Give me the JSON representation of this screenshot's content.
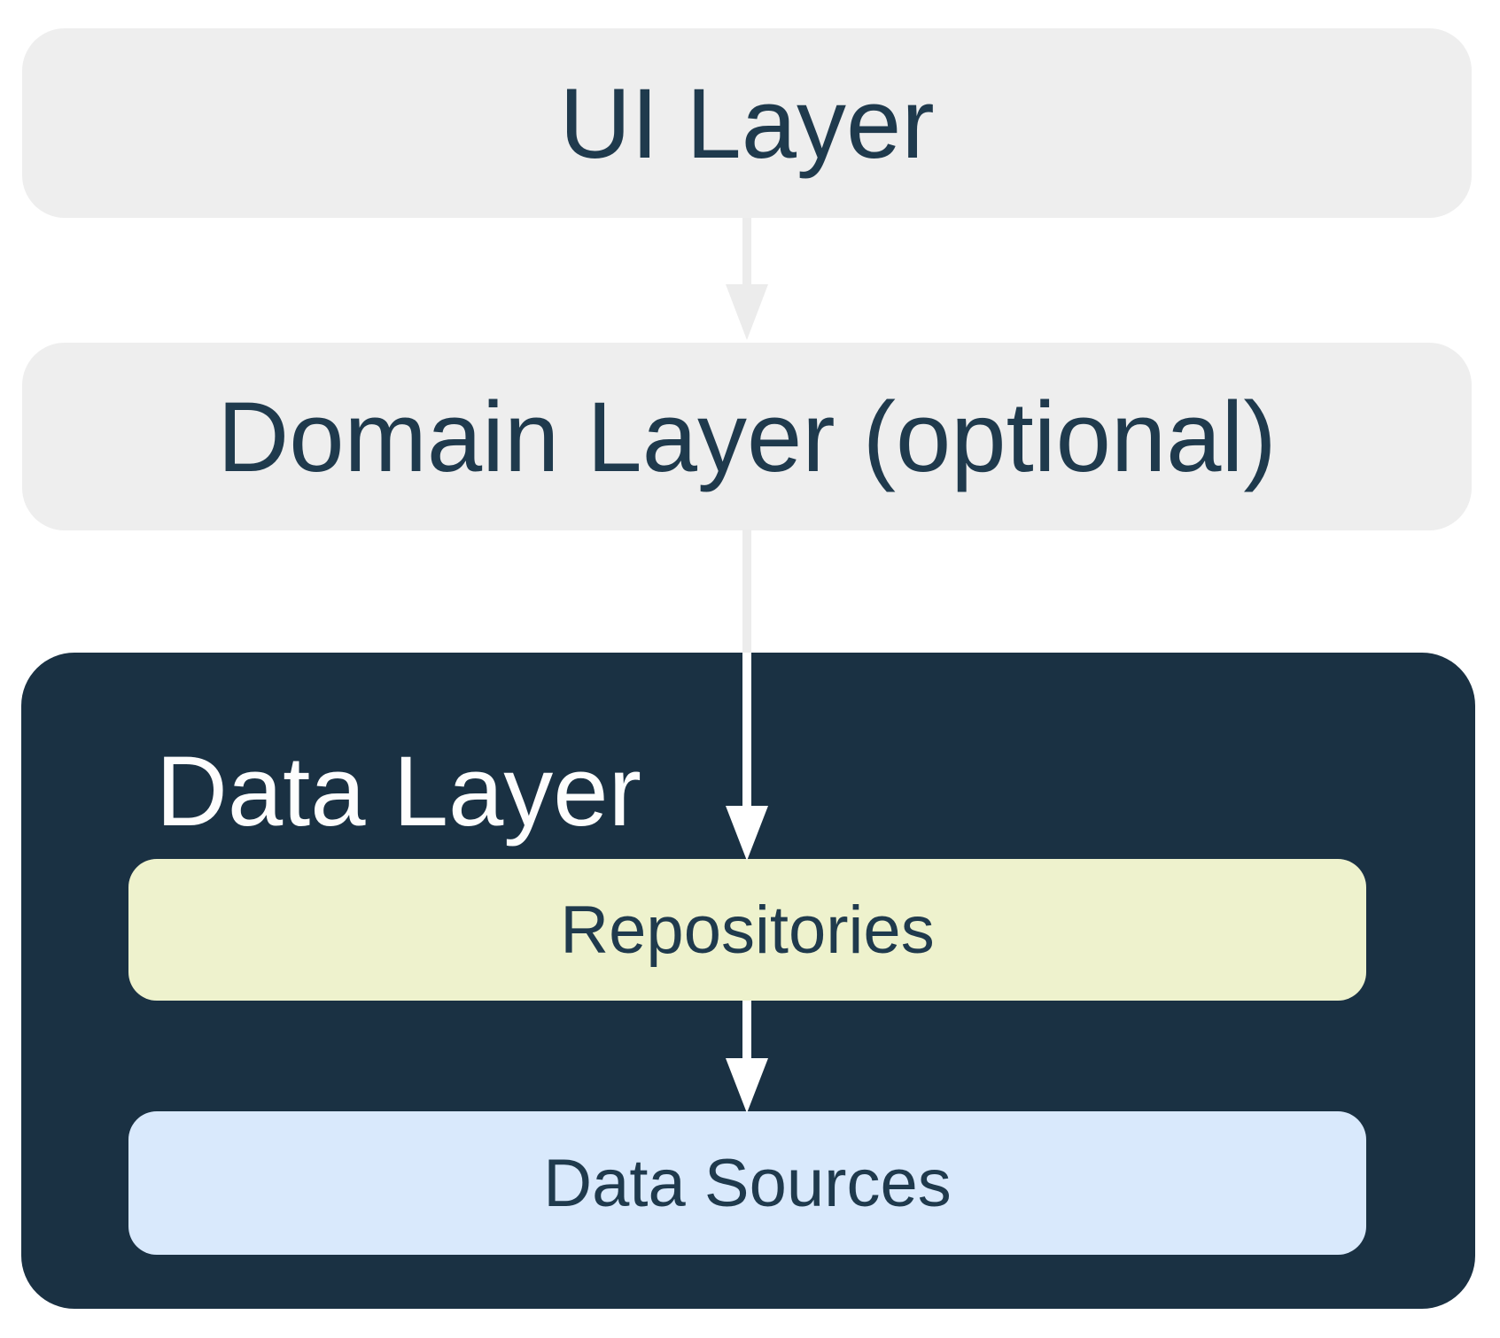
{
  "diagram": {
    "nodes": {
      "ui_layer": {
        "label": "UI Layer"
      },
      "domain_layer": {
        "label": "Domain Layer (optional)"
      },
      "data_layer": {
        "label": "Data Layer"
      },
      "repositories": {
        "label": "Repositories"
      },
      "data_sources": {
        "label": "Data Sources"
      }
    },
    "connectors": [
      {
        "from": "ui_layer",
        "to": "domain_layer",
        "style": "gray"
      },
      {
        "from": "domain_layer",
        "to": "repositories",
        "style": "gray-outside-white-inside"
      },
      {
        "from": "repositories",
        "to": "data_sources",
        "style": "white"
      }
    ],
    "colors": {
      "background": "#ffffff",
      "layer_box_gray": "#eeeeee",
      "data_layer_navy": "#1a3143",
      "repositories_fill": "#eef2cd",
      "data_sources_fill": "#d9e9fc",
      "text_dark": "#1f3a4d",
      "text_light": "#fdfdfd",
      "arrow_gray": "#ececec",
      "arrow_white": "#ffffff"
    }
  }
}
